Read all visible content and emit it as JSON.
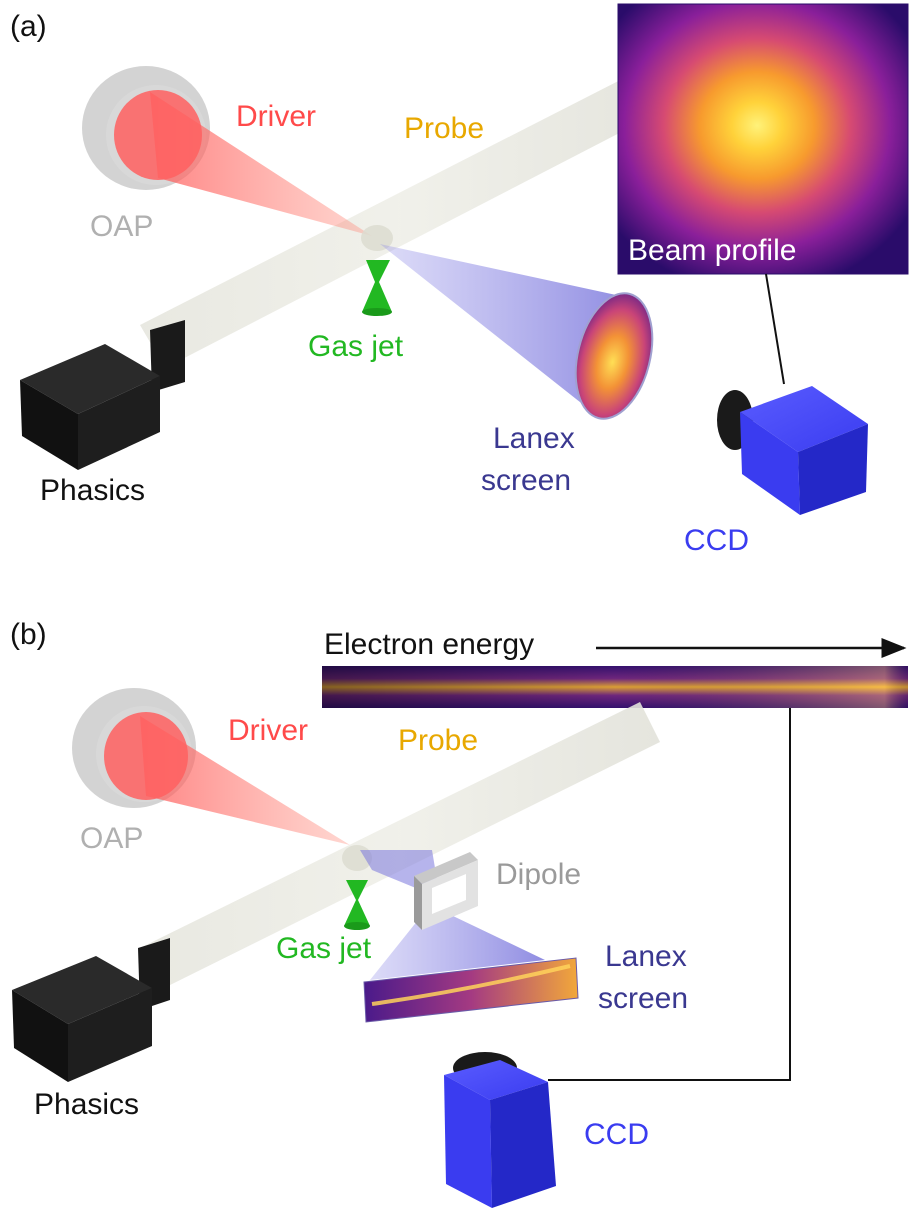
{
  "colors": {
    "driver": "#ff4a4a",
    "probe": "#e8a800",
    "gas_jet": "#22b822",
    "lanex": "#3a3890",
    "ccd": "#3a3cf0",
    "oap": "#b0b0b0",
    "dipole": "#9a9a9a",
    "phasics": "#1a1a1a",
    "text": "#111111"
  },
  "panel_a": {
    "label": "(a)",
    "driver": "Driver",
    "probe": "Probe",
    "oap": "OAP",
    "gas_jet": "Gas jet",
    "phasics": "Phasics",
    "lanex_line1": "Lanex",
    "lanex_line2": "screen",
    "ccd": "CCD",
    "beam_profile": "Beam profile"
  },
  "panel_b": {
    "label": "(b)",
    "electron_energy": "Electron energy",
    "driver": "Driver",
    "probe": "Probe",
    "oap": "OAP",
    "dipole": "Dipole",
    "gas_jet": "Gas jet",
    "phasics": "Phasics",
    "lanex_line1": "Lanex",
    "lanex_line2": "screen",
    "ccd": "CCD"
  }
}
